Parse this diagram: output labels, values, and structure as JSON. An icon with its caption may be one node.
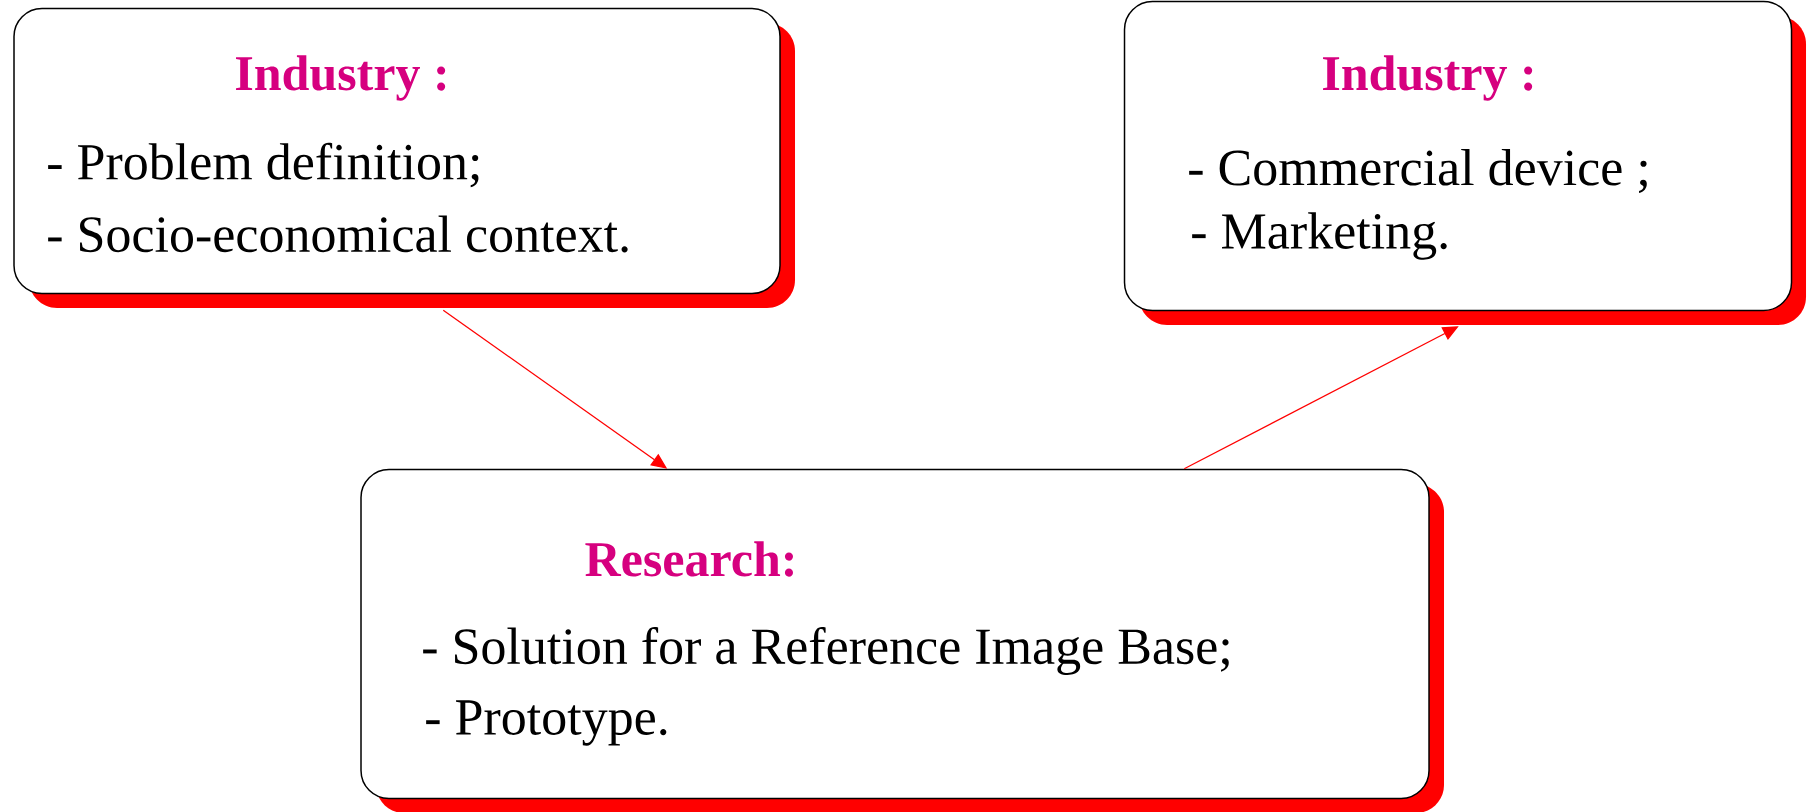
{
  "diagram": {
    "nodes": [
      {
        "text": [
          "Industry :",
          "- Problem definition;",
          "- Socio-economical context."
        ]
      },
      {
        "text": [
          "Industry :",
          "- Commercial device ;",
          "- Marketing."
        ]
      },
      {
        "text": [
          "Research:",
          "- Solution for a Reference Image Base;",
          "- Prototype."
        ]
      }
    ],
    "edges": [
      {
        "from": 0,
        "to": 2,
        "arrow": "to"
      },
      {
        "from": 2,
        "to": 1,
        "arrow": "to"
      }
    ]
  }
}
